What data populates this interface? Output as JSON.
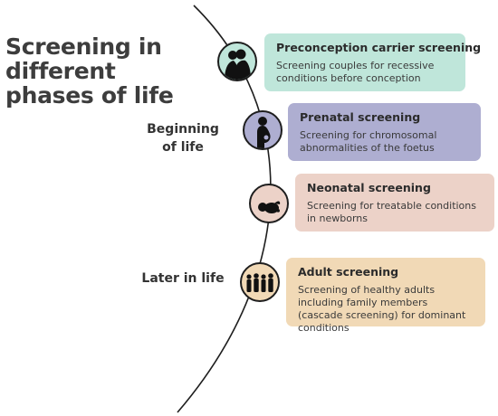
{
  "title": "Screening in different phases of life",
  "phase_labels": {
    "beginning": "Beginning of life",
    "later": "Later in life"
  },
  "colors": {
    "preconception": "#bfe6da",
    "prenatal": "#aeaed1",
    "neonatal": "#ecd2c8",
    "adult": "#f1d9b6",
    "timeline": "#1e1e1e"
  },
  "stages": [
    {
      "icon": "couple-kiss-icon",
      "title": "Preconception carrier screening",
      "description": "Screening couples for recessive conditions before conception"
    },
    {
      "icon": "pregnant-woman-icon",
      "title": "Prenatal screening",
      "description": "Screening for chromosomal abnormalities of the foetus"
    },
    {
      "icon": "newborn-baby-icon",
      "title": "Neonatal screening",
      "description": "Screening for treatable conditions in newborns"
    },
    {
      "icon": "adult-family-icon",
      "title": "Adult screening",
      "description": "Screening of healthy adults including family members (cascade screening) for dominant conditions"
    }
  ]
}
